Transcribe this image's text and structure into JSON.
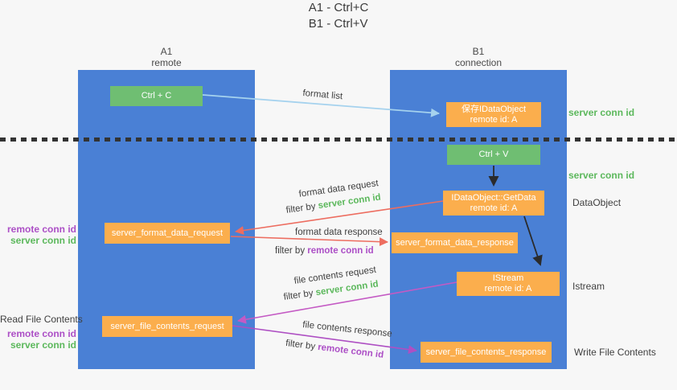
{
  "title": {
    "line1": "A1 - Ctrl+C",
    "line2": "B1 - Ctrl+V"
  },
  "lanes": {
    "left": {
      "name": "A1",
      "role": "remote"
    },
    "right": {
      "name": "B1",
      "role": "connection"
    }
  },
  "nodes": {
    "ctrl_c": {
      "label": "Ctrl + C"
    },
    "save_idataobject": {
      "line1": "保存IDataObject",
      "line2": "remote id: A"
    },
    "ctrl_v": {
      "label": "Ctrl + V"
    },
    "getdata": {
      "line1": "IDataObject::GetData",
      "line2": "remote id: A"
    },
    "format_request": {
      "label": "server_format_data_request"
    },
    "format_response": {
      "label": "server_format_data_response"
    },
    "istream": {
      "line1": "IStream",
      "line2": "remote id: A"
    },
    "file_request": {
      "label": "server_file_contents_request"
    },
    "file_response": {
      "label": "server_file_contents_response"
    }
  },
  "edge_labels": {
    "format_list": "format list",
    "format_data_request": "format data request",
    "format_data_request_filter_prefix": "filter by ",
    "format_data_request_filter_key": "server conn id",
    "format_data_response": "format data response",
    "format_data_response_filter_prefix": "filter by ",
    "format_data_response_filter_key": "remote conn id",
    "file_contents_request": "file contents request",
    "file_contents_request_filter_prefix": "filter by ",
    "file_contents_request_filter_key": "server conn id",
    "file_contents_response": "file contents response",
    "file_contents_response_filter_prefix": "filter by ",
    "file_contents_response_filter_key": "remote conn id"
  },
  "side_labels": {
    "right_server_conn_id_1": "server conn id",
    "right_server_conn_id_2": "server conn id",
    "data_object": "DataObject",
    "istream": "Istream",
    "write_file_contents": "Write File Contents",
    "left_remote_conn_id_1": "remote conn id",
    "left_server_conn_id_1": "server conn id",
    "read_file_contents": "Read File Contents",
    "left_remote_conn_id_2": "remote conn id",
    "left_server_conn_id_2": "server conn id"
  },
  "colors": {
    "lane_blue": "#4a80d5",
    "node_green": "#6fbe72",
    "node_orange": "#fbae4d",
    "accent_green": "#5cb85c",
    "accent_purple": "#ac4fc6",
    "arrow_salmon": "#ed6d60",
    "arrow_light_blue": "#a5d2ee",
    "arrow_magenta": "#c45ac4",
    "arrow_purple": "#ae4fc3",
    "arrow_black": "#2b2b2b",
    "dashed_divider": "#333333"
  }
}
